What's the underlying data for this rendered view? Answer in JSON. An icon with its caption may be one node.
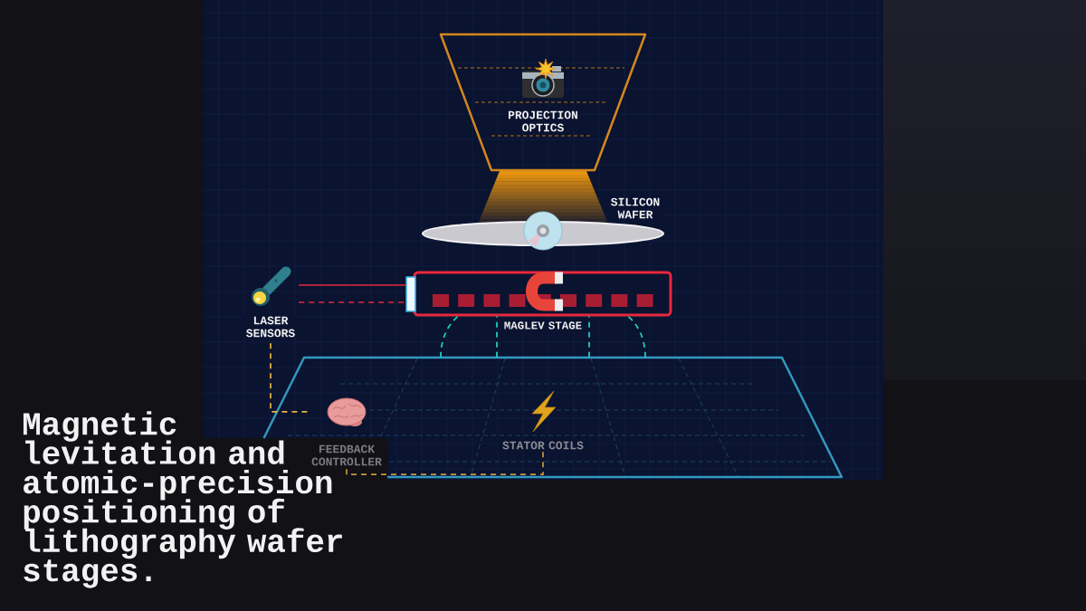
{
  "diagram": {
    "title": "Magnetic levitation and atomic-precision positioning of lithography wafer stages.",
    "nodes": [
      {
        "text": [
          "PROJECTION OPTICS"
        ]
      },
      {
        "text": [
          "SILICON WAFER"
        ]
      },
      {
        "text": [
          "LASER SENSORS"
        ]
      },
      {
        "text": [],
        "shape": "bar"
      },
      {
        "text": [
          "MAGLEV STAGE"
        ]
      },
      {
        "text": [
          "STATOR COILS"
        ]
      },
      {
        "text": [
          "FEEDBACK CONTROLLER"
        ],
        "in": 5
      }
    ],
    "edges": [
      {
        "from": 2,
        "to": 3,
        "arrow": "none",
        "color": "#e8283c"
      },
      {
        "from": 2,
        "to": 3,
        "arrow": "none",
        "style": "dashed",
        "color": "#e8283c"
      },
      {
        "from": 2,
        "to": 6,
        "arrow": "none",
        "style": "dashed",
        "color": "#e8b440"
      },
      {
        "from": 6,
        "to": 5,
        "arrow": "none",
        "style": "dashed",
        "color": "#c8963a"
      },
      {
        "from": 5,
        "to": 4,
        "arrow": "none",
        "style": "dashed",
        "color": "#1fd6c4"
      },
      {
        "from": 5,
        "to": 4,
        "arrow": "none",
        "style": "dashed",
        "color": "#1fd6c4"
      },
      {
        "from": 5,
        "to": 4,
        "arrow": "none",
        "style": "dashed",
        "color": "#1fd6c4"
      },
      {
        "from": 5,
        "to": 4,
        "arrow": "none",
        "style": "dashed",
        "color": "#1fd6c4"
      }
    ]
  }
}
